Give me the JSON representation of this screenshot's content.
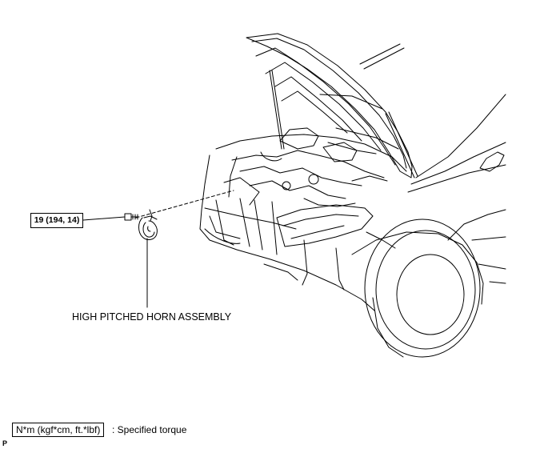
{
  "diagram": {
    "torque_value": "19 (194, 14)",
    "part_label": "HIGH PITCHED HORN ASSEMBLY",
    "legend": {
      "units": "N*m (kgf*cm, ft.*lbf)",
      "description": ": Specified torque"
    },
    "corner_mark": "P"
  }
}
